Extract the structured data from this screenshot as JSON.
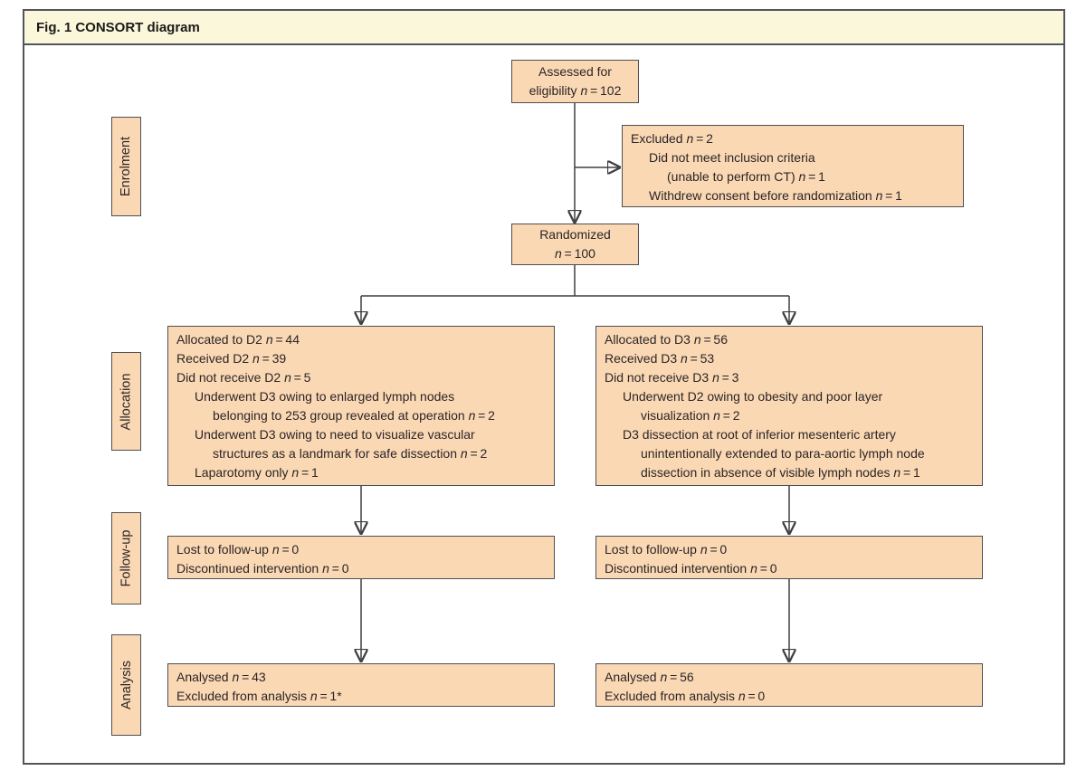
{
  "figure": {
    "title": "Fig. 1 CONSORT diagram"
  },
  "colors": {
    "title_fill": "#fbf7da",
    "frame_border": "#54555b",
    "box_fill": "#fbd8b4",
    "box_border": "#4e4f53",
    "arrow": "#3e3e40",
    "text": "#2a2526"
  },
  "stages": [
    {
      "label": "Enrolment"
    },
    {
      "label": "Allocation"
    },
    {
      "label": "Follow-up"
    },
    {
      "label": "Analysis"
    }
  ],
  "boxes": [
    {
      "id": "assessed",
      "lines": [
        {
          "text": "Assessed for",
          "indent": 0
        },
        {
          "text": "eligibility n = 102",
          "indent": 0
        }
      ]
    },
    {
      "id": "excluded",
      "lines": [
        {
          "text": "Excluded n = 2",
          "indent": 0
        },
        {
          "text": "Did not meet inclusion criteria",
          "indent": 1
        },
        {
          "text": "(unable to perform CT) n = 1",
          "indent": 2
        },
        {
          "text": "Withdrew consent before randomization n = 1",
          "indent": 1
        }
      ]
    },
    {
      "id": "randomized",
      "lines": [
        {
          "text": "Randomized",
          "indent": 0
        },
        {
          "text": "n = 100",
          "indent": 0
        }
      ]
    },
    {
      "id": "allocated-d2",
      "lines": [
        {
          "text": "Allocated to D2 n = 44",
          "indent": 0
        },
        {
          "text": "Received D2 n = 39",
          "indent": 0
        },
        {
          "text": "Did not receive D2 n = 5",
          "indent": 0
        },
        {
          "text": "Underwent D3 owing to enlarged lymph nodes",
          "indent": 1
        },
        {
          "text": "belonging to 253 group revealed at operation n = 2",
          "indent": 2
        },
        {
          "text": "Underwent D3 owing to need to visualize vascular",
          "indent": 1
        },
        {
          "text": "structures as a landmark for safe dissection n = 2",
          "indent": 2
        },
        {
          "text": "Laparotomy only n = 1",
          "indent": 1
        }
      ]
    },
    {
      "id": "allocated-d3",
      "lines": [
        {
          "text": "Allocated to D3 n = 56",
          "indent": 0
        },
        {
          "text": "Received D3 n = 53",
          "indent": 0
        },
        {
          "text": "Did not receive D3 n = 3",
          "indent": 0
        },
        {
          "text": "Underwent D2 owing to obesity and poor layer",
          "indent": 1
        },
        {
          "text": "visualization n = 2",
          "indent": 2
        },
        {
          "text": "D3 dissection at root of inferior mesenteric artery",
          "indent": 1
        },
        {
          "text": "unintentionally extended to para-aortic lymph node",
          "indent": 2
        },
        {
          "text": "dissection in absence of visible lymph nodes n = 1",
          "indent": 2
        }
      ]
    },
    {
      "id": "followup-d2",
      "lines": [
        {
          "text": "Lost to follow-up n = 0",
          "indent": 0
        },
        {
          "text": "Discontinued intervention n = 0",
          "indent": 0
        }
      ]
    },
    {
      "id": "followup-d3",
      "lines": [
        {
          "text": "Lost to follow-up n = 0",
          "indent": 0
        },
        {
          "text": "Discontinued intervention n = 0",
          "indent": 0
        }
      ]
    },
    {
      "id": "analysis-d2",
      "lines": [
        {
          "text": "Analysed n = 43",
          "indent": 0
        },
        {
          "text": "Excluded from analysis n = 1*",
          "indent": 0
        }
      ]
    },
    {
      "id": "analysis-d3",
      "lines": [
        {
          "text": "Analysed n = 56",
          "indent": 0
        },
        {
          "text": "Excluded from analysis n = 0",
          "indent": 0
        }
      ]
    }
  ]
}
